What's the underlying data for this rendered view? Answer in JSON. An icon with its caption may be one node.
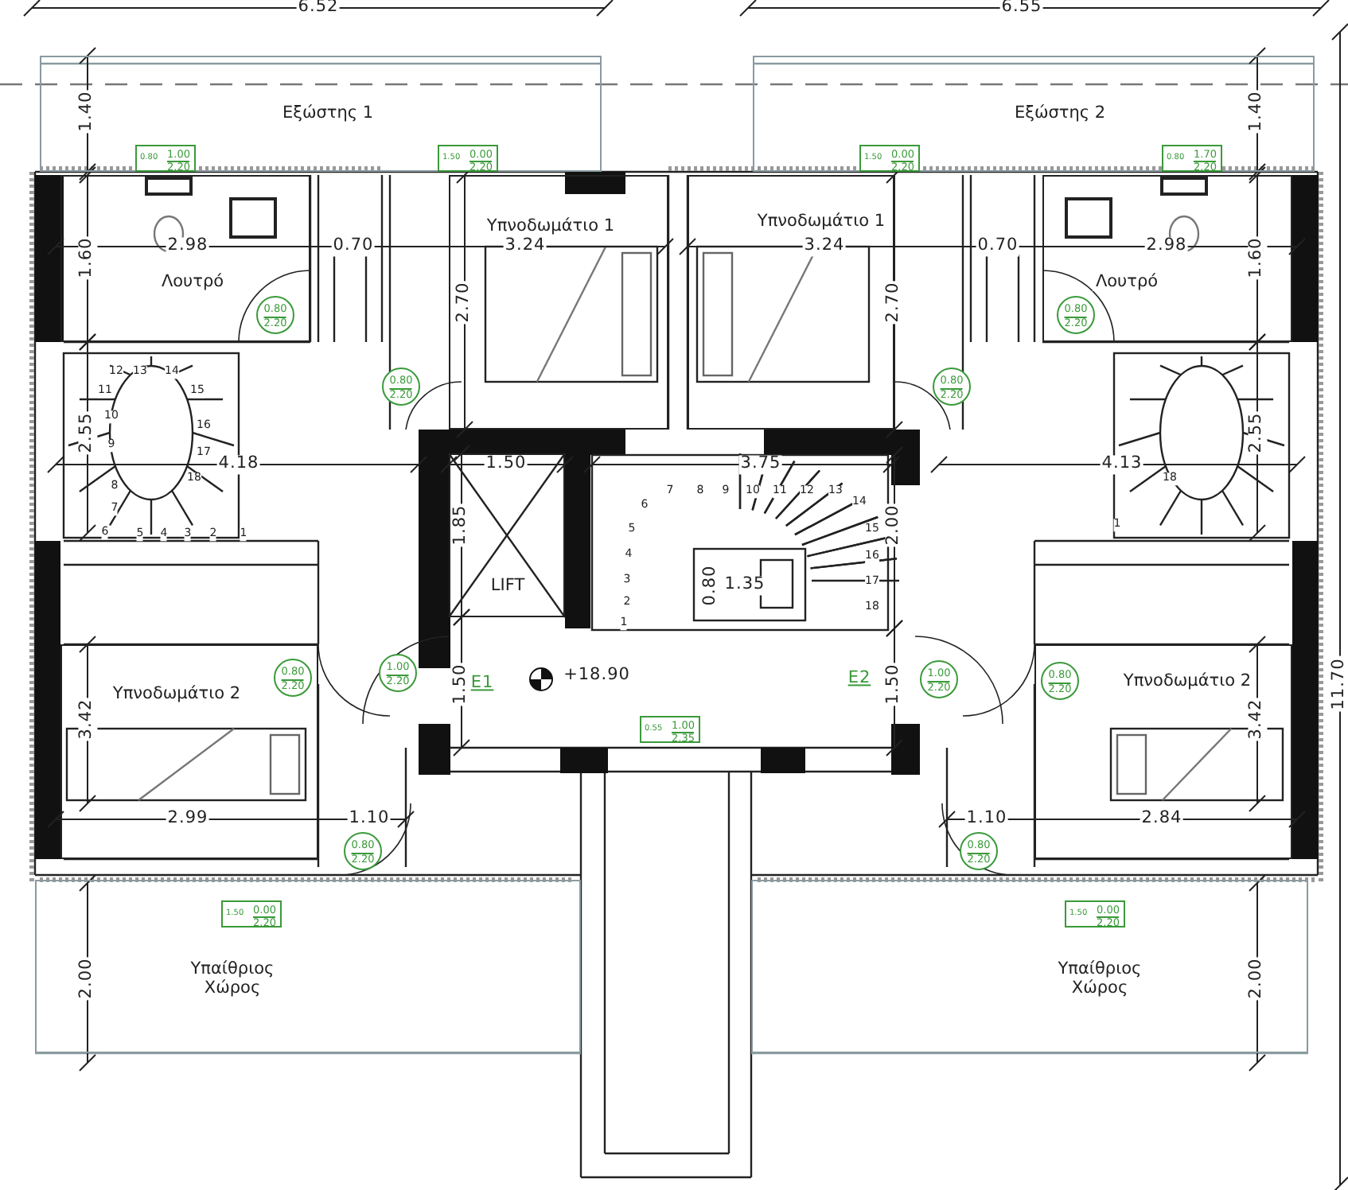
{
  "diagram": {
    "nodes": [
      {
        "text": [
          "Εξώστης 1"
        ]
      },
      {
        "text": [
          "Εξώστης 2"
        ]
      },
      {
        "text": [
          "0.80",
          "1.00",
          "2.20"
        ],
        "in": 0
      },
      {
        "text": [
          "1.50",
          "0.00",
          "2.20"
        ],
        "in": 0
      },
      {
        "text": [
          "1.50",
          "0.00",
          "2.20"
        ],
        "in": 1
      },
      {
        "text": [
          "0.80",
          "1.70",
          "2.20"
        ],
        "in": 1
      },
      {
        "text": [
          "Λουτρό"
        ]
      },
      {
        "text": [
          "Υπνοδωμάτιο 1"
        ]
      },
      {
        "text": [
          "Υπνοδωμάτιο 1"
        ]
      },
      {
        "text": [
          "Λουτρό"
        ]
      },
      {
        "text": [
          "0.80",
          "2.20"
        ],
        "in": 6
      },
      {
        "text": [
          "0.80",
          "2.20"
        ]
      },
      {
        "text": [
          "0.80",
          "2.20"
        ]
      },
      {
        "text": [
          "0.80",
          "2.20"
        ],
        "in": 9
      },
      {
        "text": [
          "LIFT"
        ]
      },
      {
        "text": [
          "Υπνοδωμάτιο 2"
        ]
      },
      {
        "text": [
          "Υπνοδωμάτιο 2"
        ]
      },
      {
        "text": [
          "0.80",
          "2.20"
        ],
        "in": 15
      },
      {
        "text": [
          "1.00",
          "2.20"
        ]
      },
      {
        "text": [
          "1.00",
          "2.20"
        ]
      },
      {
        "text": [
          "0.80",
          "2.20"
        ],
        "in": 16
      },
      {
        "text": [
          "0.55",
          "1.00",
          "2.35"
        ]
      },
      {
        "text": [
          "0.80",
          "2.20"
        ]
      },
      {
        "text": [
          "0.80",
          "2.20"
        ]
      },
      {
        "text": [
          "Υπαίθριος Χώρος"
        ]
      },
      {
        "text": [
          "1.50",
          "0.00",
          "2.20"
        ],
        "in": 24
      },
      {
        "text": [
          "Υπαίθριος Χώρος"
        ]
      },
      {
        "text": [
          "1.50",
          "0.00",
          "2.20"
        ],
        "in": 26
      }
    ],
    "labels": [
      "6.52",
      "6.55",
      "1.40",
      "1.40",
      "2.98",
      "0.70",
      "3.24",
      "3.24",
      "0.70",
      "2.98",
      "1.60",
      "1.60",
      "2.70",
      "2.70",
      "12",
      "13",
      "14",
      "11",
      "15",
      "10",
      "16",
      "9",
      "17",
      "8",
      "18",
      "7",
      "6",
      "5",
      "4",
      "3",
      "2",
      "1",
      "2.55",
      "4.18",
      "1.50",
      "3.75",
      "4.13",
      "2.55",
      "18",
      "1",
      "1",
      "2",
      "3",
      "4",
      "5",
      "6",
      "7",
      "8",
      "9",
      "10",
      "11",
      "12",
      "13",
      "14",
      "15",
      "16",
      "17",
      "18",
      "1.85",
      "2.00",
      "0.80",
      "1.35",
      "1.50",
      "E1",
      "+18.90",
      "E2",
      "1.50",
      "3.42",
      "3.42",
      "2.99",
      "1.10",
      "1.10",
      "2.84",
      "2.00",
      "2.00",
      "11.70"
    ]
  }
}
